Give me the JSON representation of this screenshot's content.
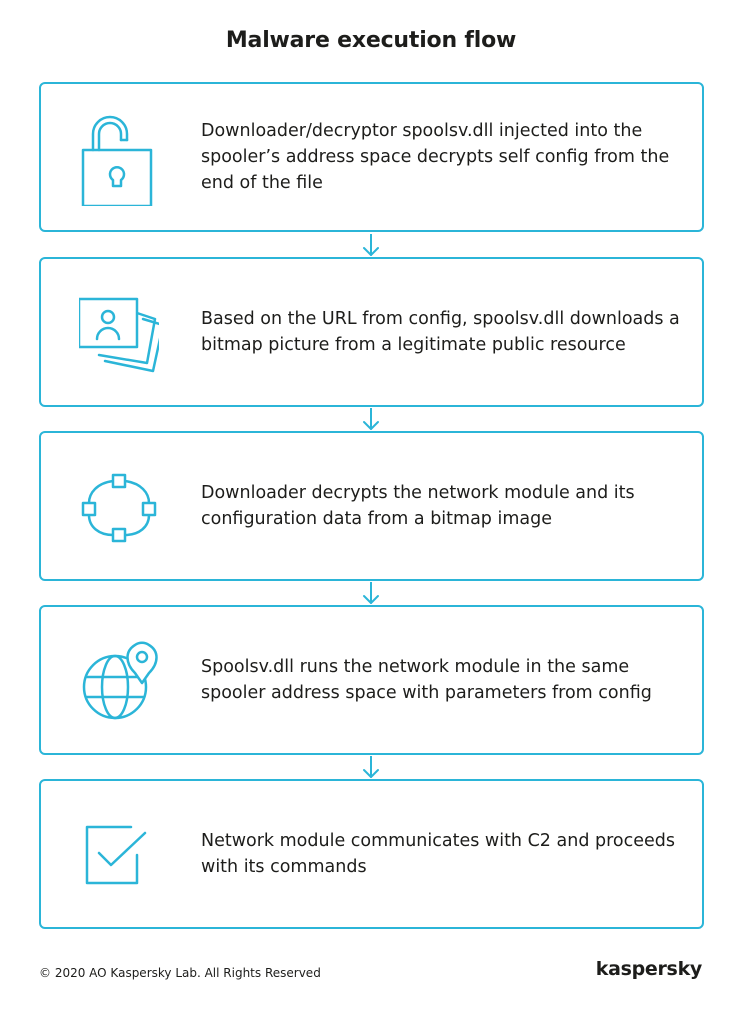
{
  "title": "Malware execution flow",
  "colors": {
    "accent": "#2bb5d8",
    "text": "#1d1d1b",
    "background": "#ffffff"
  },
  "steps": [
    {
      "icon": "unlocked-padlock-icon",
      "text": "Downloader/decryptor spoolsv.dll injected into the spooler’s address space decrypts self config from the end of the file"
    },
    {
      "icon": "stacked-pictures-icon",
      "text": "Based on the URL from config, spoolsv.dll downloads a bitmap picture from a legitimate public resource"
    },
    {
      "icon": "network-nodes-icon",
      "text": "Downloader decrypts the network module and its configuration data from a bitmap image"
    },
    {
      "icon": "globe-location-pin-icon",
      "text": "Spoolsv.dll runs the network module in the same spooler address space with parameters from config"
    },
    {
      "icon": "checkbox-checkmark-icon",
      "text": "Network module communicates with C2 and proceeds with its commands"
    }
  ],
  "footer": {
    "copyright": "© 2020 AO Kaspersky Lab. All Rights Reserved",
    "logo": "kaspersky"
  }
}
